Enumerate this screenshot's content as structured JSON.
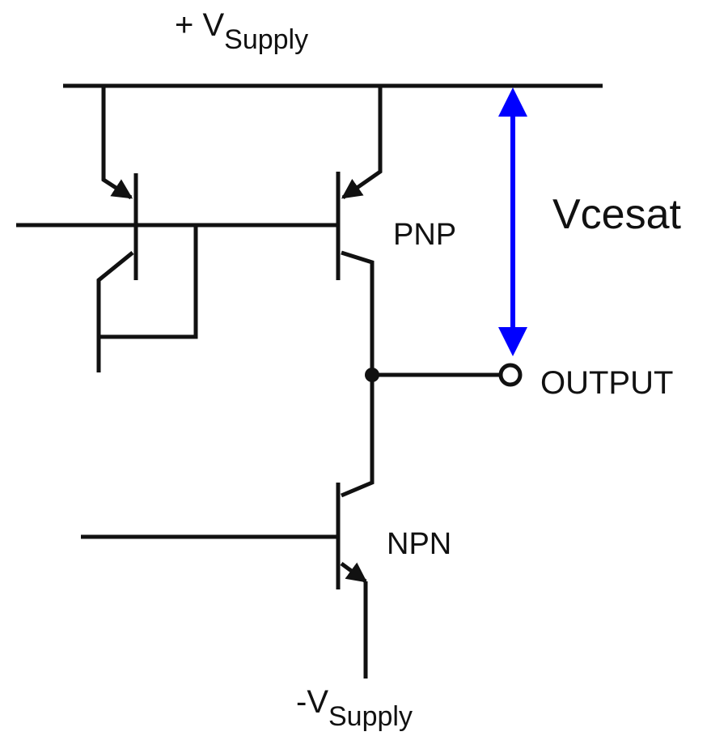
{
  "labels": {
    "supply_pos_prefix": "+ V",
    "supply_pos_sub": "Supply",
    "supply_neg_prefix": "-V",
    "supply_neg_sub": "Supply",
    "pnp": "PNP",
    "npn": "NPN",
    "output": "OUTPUT",
    "vcesat": "Vcesat"
  },
  "colors": {
    "wire": "#111111",
    "vcesat_arrow": "#0000ff",
    "vcesat_text": "#0000ff"
  }
}
